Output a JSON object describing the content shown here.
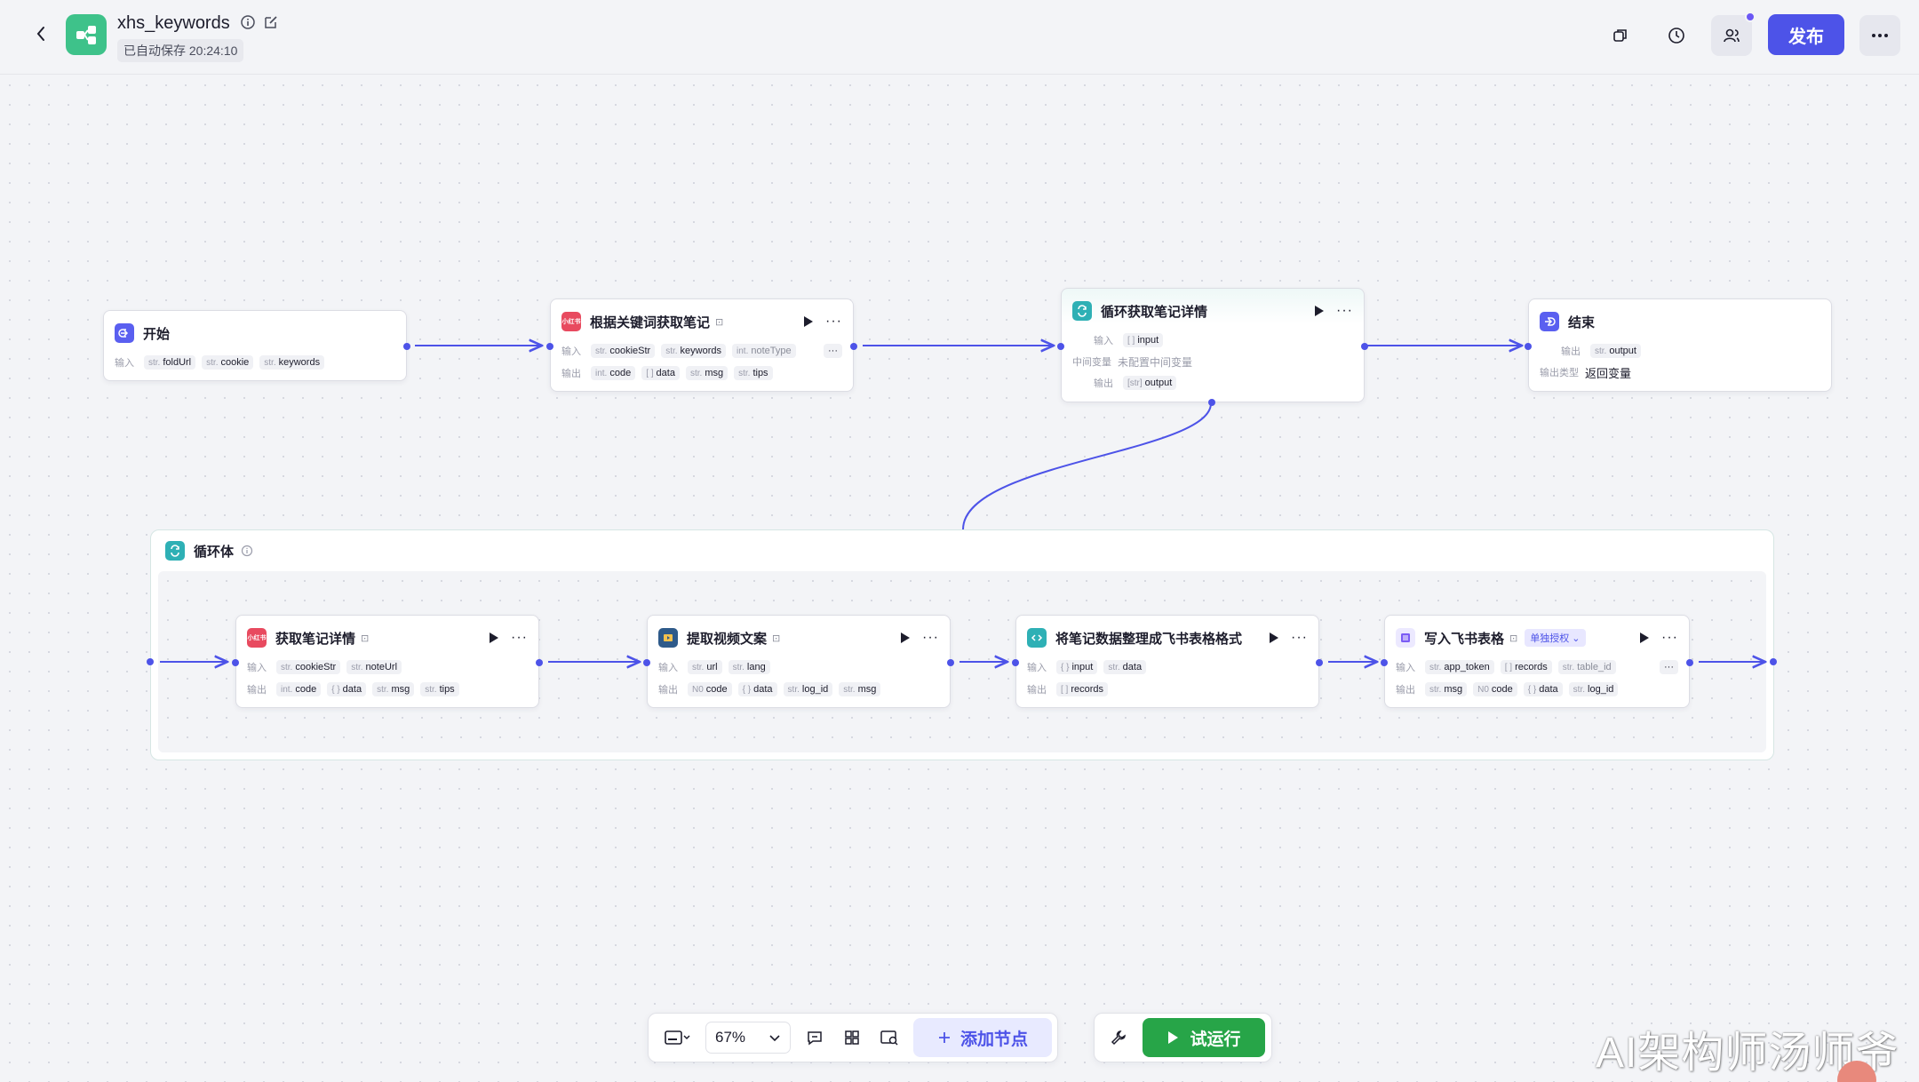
{
  "header": {
    "title": "xhs_keywords",
    "autosave": "已自动保存 20:24:10",
    "publish_label": "发布"
  },
  "colors": {
    "accent": "#4d53e8",
    "app_icon": "#3ec28a",
    "run_green": "#27a548",
    "xhs_red": "#e84a5f",
    "code_teal": "#2eb0b5"
  },
  "nodes": {
    "start": {
      "title": "开始",
      "input_label": "输入",
      "inputs": [
        {
          "type": "str.",
          "name": "foldUrl"
        },
        {
          "type": "str.",
          "name": "cookie"
        },
        {
          "type": "str.",
          "name": "keywords"
        }
      ]
    },
    "search": {
      "title": "根据关键词获取笔记",
      "icon_text": "小红书",
      "input_label": "输入",
      "output_label": "输出",
      "inputs": [
        {
          "type": "str.",
          "name": "cookieStr"
        },
        {
          "type": "str.",
          "name": "keywords"
        },
        {
          "type": "int.",
          "name": "noteType"
        }
      ],
      "outputs": [
        {
          "type": "int.",
          "name": "code"
        },
        {
          "type": "[ ]",
          "name": "data"
        },
        {
          "type": "str.",
          "name": "msg"
        },
        {
          "type": "str.",
          "name": "tips"
        }
      ],
      "more": "···"
    },
    "loop": {
      "title": "循环获取笔记详情",
      "input_label": "输入",
      "mid_label": "中间变量",
      "output_label": "输出",
      "input": {
        "type": "[ ]",
        "name": "input"
      },
      "mid_value": "未配置中间变量",
      "output": {
        "type": "[str]",
        "name": "output"
      }
    },
    "end": {
      "title": "结束",
      "output_label": "输出",
      "output_type_label": "输出类型",
      "output": {
        "type": "str.",
        "name": "output"
      },
      "output_type_value": "返回变量"
    }
  },
  "loop_body": {
    "title": "循环体",
    "nodes": {
      "detail": {
        "title": "获取笔记详情",
        "icon_text": "小红书",
        "input_label": "输入",
        "output_label": "输出",
        "inputs": [
          {
            "type": "str.",
            "name": "cookieStr"
          },
          {
            "type": "str.",
            "name": "noteUrl"
          }
        ],
        "outputs": [
          {
            "type": "int.",
            "name": "code"
          },
          {
            "type": "{ }",
            "name": "data"
          },
          {
            "type": "str.",
            "name": "msg"
          },
          {
            "type": "str.",
            "name": "tips"
          }
        ]
      },
      "video": {
        "title": "提取视频文案",
        "input_label": "输入",
        "output_label": "输出",
        "inputs": [
          {
            "type": "str.",
            "name": "url"
          },
          {
            "type": "str.",
            "name": "lang"
          }
        ],
        "outputs": [
          {
            "type": "N0",
            "name": "code"
          },
          {
            "type": "{ }",
            "name": "data"
          },
          {
            "type": "str.",
            "name": "log_id"
          },
          {
            "type": "str.",
            "name": "msg"
          }
        ]
      },
      "code": {
        "title": "将笔记数据整理成飞书表格格式",
        "input_label": "输入",
        "output_label": "输出",
        "inputs": [
          {
            "type": "{ }",
            "name": "input"
          },
          {
            "type": "str.",
            "name": "data"
          }
        ],
        "outputs": [
          {
            "type": "[ ]",
            "name": "records"
          }
        ]
      },
      "feishu": {
        "title": "写入飞书表格",
        "auth_label": "单独授权",
        "input_label": "输入",
        "output_label": "输出",
        "inputs": [
          {
            "type": "str.",
            "name": "app_token"
          },
          {
            "type": "[ ]",
            "name": "records"
          },
          {
            "type": "str.",
            "name": "table_id"
          }
        ],
        "outputs": [
          {
            "type": "str.",
            "name": "msg"
          },
          {
            "type": "N0",
            "name": "code"
          },
          {
            "type": "{ }",
            "name": "data"
          },
          {
            "type": "str.",
            "name": "log_id"
          }
        ],
        "more": "···"
      }
    }
  },
  "toolbar": {
    "zoom": "67%",
    "add_node_label": "添加节点",
    "test_run_label": "试运行"
  },
  "watermark": "AI架构师汤师爷"
}
